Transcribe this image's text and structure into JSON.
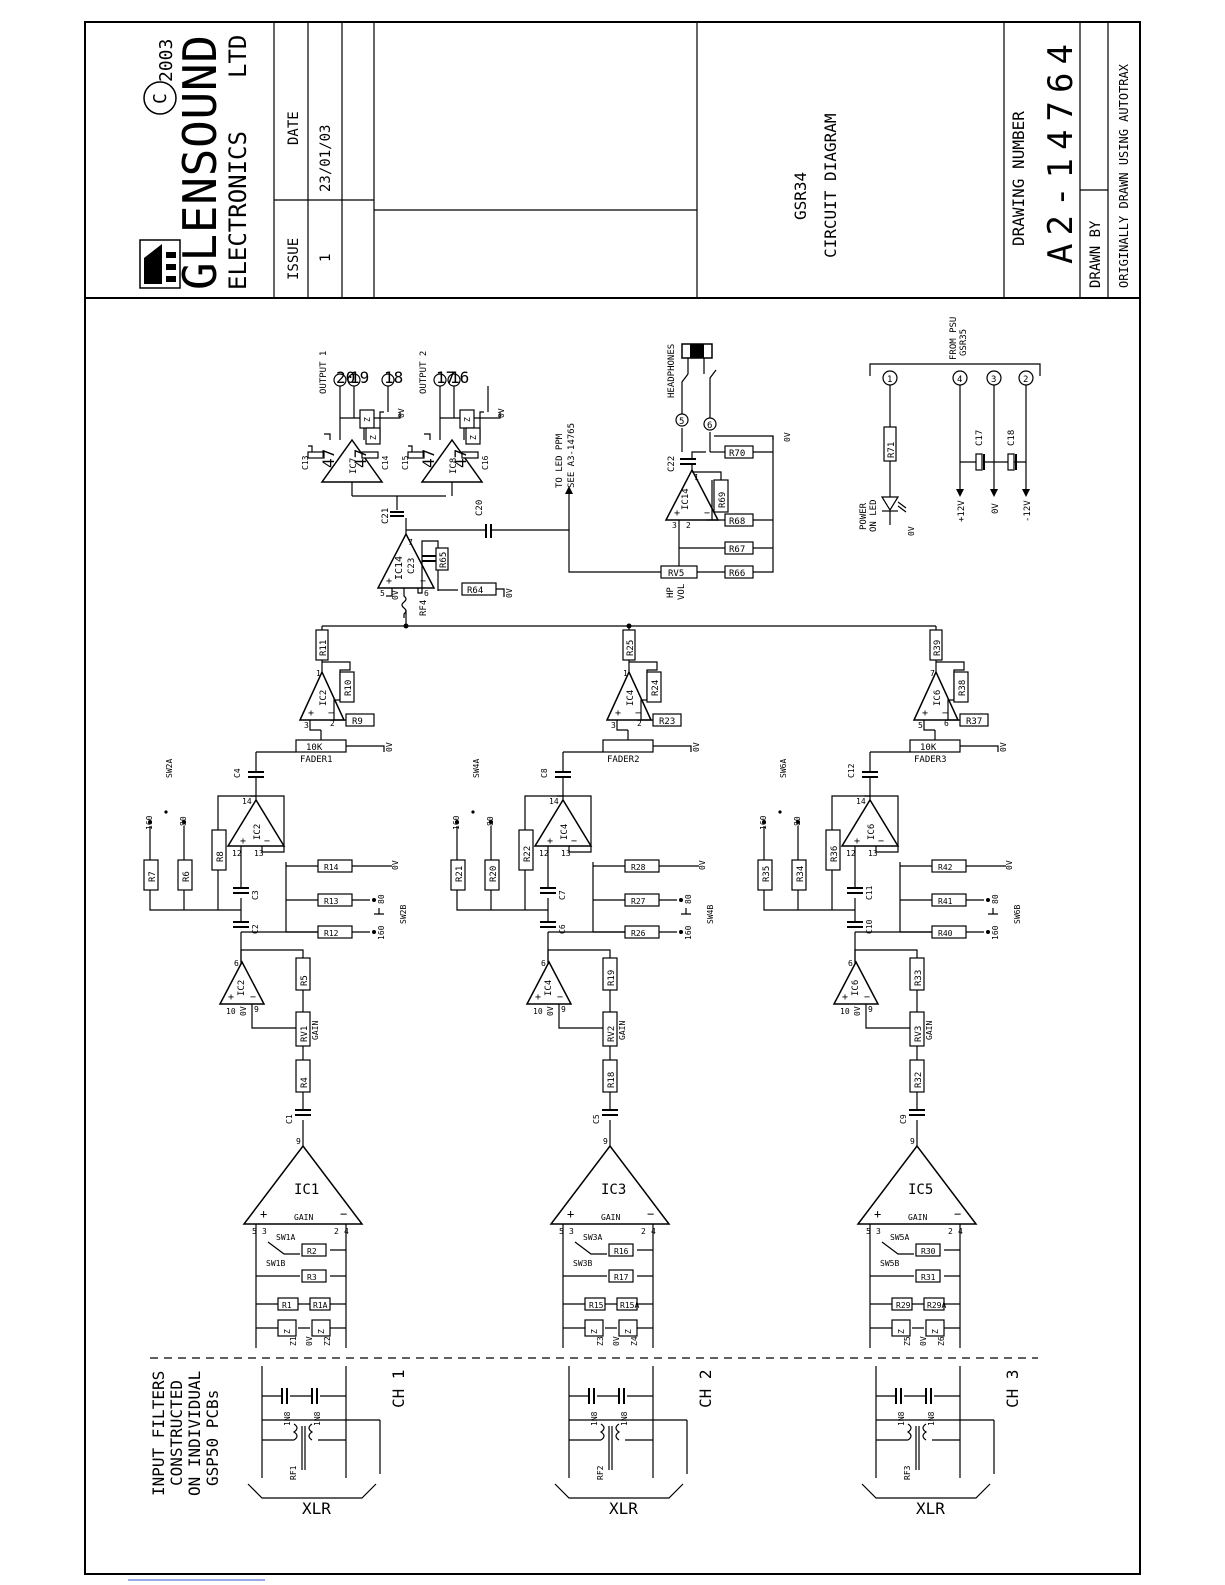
{
  "title_block": {
    "company_line1": "GLENSOUND",
    "company_line2": "ELECTRONICS",
    "company_line3": "LTD",
    "copyright_symbol": "C",
    "copyright_year": "2003",
    "issue_label": "ISSUE",
    "issue_value": "1",
    "date_label": "DATE",
    "date_value": "23/01/03",
    "title_line1": "GSR34",
    "title_line2": "CIRCUIT DIAGRAM",
    "drawing_number_label": "DRAWING NUMBER",
    "drawing_number": "A2-14764",
    "drawn_by_label": "DRAWN BY",
    "drawn_note": "ORIGINALLY DRAWN USING AUTOTRAX"
  },
  "input_note": [
    "INPUT FILTERS",
    "CONSTRUCTED",
    "ON INDIVIDUAL",
    "GSP50 PCBs"
  ],
  "channels": [
    {
      "ch_label": "CH 1",
      "xlr": "XLR",
      "rf": "RF1",
      "cap_a": "1N8",
      "cap_b": "1N8",
      "z_a": "Z",
      "z_b": "Z",
      "zener_a": "Z1",
      "zener_b": "Z2",
      "r_a": "R1",
      "r_b": "R1A",
      "r_sw_b": "R3",
      "r_sw_a": "R2",
      "sw_a": "SW1A",
      "sw_b": "SW1B",
      "preamp": "IC1",
      "gain_word": "GAIN",
      "plus": "+",
      "minus": "−",
      "pin5": "5",
      "pin3": "3",
      "pin2": "2",
      "pin4": "4",
      "pin6": "6",
      "pin9": "9",
      "pin10": "10",
      "zv": "0V",
      "cin": "C1",
      "r_in": "R4",
      "rv": "RV1",
      "rv_label": "GAIN",
      "r_fb": "R5",
      "amp1": "IC2",
      "c_a": "C2",
      "c_b": "C3",
      "r_eq1": "R12",
      "r_eq2": "R13",
      "r_eq3": "R14",
      "eq1_val": "160",
      "eq2_val": "80",
      "eq3_val": "0V",
      "sw_eq": "SW2B",
      "amp2": "IC2",
      "p12": "12",
      "p13": "13",
      "p14": "14",
      "r_left1": "R7",
      "r_left2": "R6",
      "r_left3": "R8",
      "left_160": "160",
      "left_80": "80",
      "sw_left": "SW2A",
      "c_out": "C4",
      "fader_val": "10K",
      "fader": "FADER1",
      "fader_0v": "0V",
      "amp3": "IC2",
      "r_fb3": "R10",
      "r_in3": "R9",
      "r_sum": "R11",
      "p3": "3",
      "p1": "1",
      "p2": "2"
    },
    {
      "ch_label": "CH 2",
      "xlr": "XLR",
      "rf": "RF2",
      "cap_a": "1N8",
      "cap_b": "1N8",
      "z_a": "Z",
      "z_b": "Z",
      "zener_a": "Z3",
      "zener_b": "Z4",
      "r_a": "R15",
      "r_b": "R15A",
      "r_sw_b": "R17",
      "r_sw_a": "R16",
      "sw_a": "SW3A",
      "sw_b": "SW3B",
      "preamp": "IC3",
      "gain_word": "GAIN",
      "plus": "+",
      "minus": "−",
      "pin5": "5",
      "pin3": "3",
      "pin2": "2",
      "pin4": "4",
      "pin6": "6",
      "pin9": "9",
      "pin10": "10",
      "zv": "0V",
      "cin": "C5",
      "r_in": "R18",
      "rv": "RV2",
      "rv_label": "GAIN",
      "r_fb": "R19",
      "amp1": "IC4",
      "c_a": "C6",
      "c_b": "C7",
      "r_eq1": "R26",
      "r_eq2": "R27",
      "r_eq3": "R28",
      "eq1_val": "160",
      "eq2_val": "80",
      "eq3_val": "0V",
      "sw_eq": "SW4B",
      "amp2": "IC4",
      "p12": "12",
      "p13": "13",
      "p14": "14",
      "r_left1": "R21",
      "r_left2": "R20",
      "r_left3": "R22",
      "left_160": "160",
      "left_80": "80",
      "sw_left": "SW4A",
      "c_out": "C8",
      "fader_val": "",
      "fader": "FADER2",
      "fader_0v": "0V",
      "amp3": "IC4",
      "r_fb3": "R24",
      "r_in3": "R23",
      "r_sum": "R25",
      "p3": "3",
      "p1": "1",
      "p2": "2"
    },
    {
      "ch_label": "CH 3",
      "xlr": "XLR",
      "rf": "RF3",
      "cap_a": "1N8",
      "cap_b": "1N8",
      "z_a": "Z",
      "z_b": "Z",
      "zener_a": "Z5",
      "zener_b": "Z6",
      "r_a": "R29",
      "r_b": "R29A",
      "r_sw_b": "R31",
      "r_sw_a": "R30",
      "sw_a": "SW5A",
      "sw_b": "SW5B",
      "preamp": "IC5",
      "gain_word": "GAIN",
      "plus": "+",
      "minus": "−",
      "pin5": "5",
      "pin3": "3",
      "pin2": "2",
      "pin4": "4",
      "pin6": "6",
      "pin9": "9",
      "pin10": "10",
      "zv": "0V",
      "cin": "C9",
      "r_in": "R32",
      "rv": "RV3",
      "rv_label": "GAIN",
      "r_fb": "R33",
      "amp1": "IC6",
      "c_a": "C10",
      "c_b": "C11",
      "r_eq1": "R40",
      "r_eq2": "R41",
      "r_eq3": "R42",
      "eq1_val": "160",
      "eq2_val": "80",
      "eq3_val": "0V",
      "sw_eq": "SW6B",
      "amp2": "IC6",
      "p12": "12",
      "p13": "13",
      "p14": "14",
      "r_left1": "R35",
      "r_left2": "R34",
      "r_left3": "R36",
      "left_160": "160",
      "left_80": "80",
      "sw_left": "SW6A",
      "c_out": "C12",
      "fader_val": "10K",
      "fader": "FADER3",
      "fader_0v": "0V",
      "amp3": "IC6",
      "r_fb3": "R38",
      "r_in3": "R37",
      "r_sum": "R39",
      "p3": "5",
      "p1": "7",
      "p2": "6"
    }
  ],
  "mix": {
    "amp": "IC14",
    "rf": "RF4",
    "r_fb": "R65",
    "c_fb": "C23",
    "r_bias": "R64",
    "bias_0v": "0V",
    "p5": "5",
    "p6": "6",
    "p7": "7",
    "c_out": "C21",
    "c_ppm": "C20",
    "ppm_note1": "TO LED PPM",
    "ppm_note2": "SEE A3-14765"
  },
  "outputs": [
    {
      "label": "OUTPUT 1",
      "ic": "IC7",
      "ca": "C13",
      "cb": "C14",
      "cv": "47",
      "pa": "20",
      "pb": "19",
      "pc": "18",
      "zero": "0V",
      "z": "Z"
    },
    {
      "label": "OUTPUT 2",
      "ic": "IC8",
      "ca": "C15",
      "cb": "C16",
      "cv": "47",
      "pa": "17",
      "pb": "16",
      "pc": "",
      "zero": "0V",
      "z": "Z"
    }
  ],
  "headphones": {
    "label": "HEADPHONES",
    "pin5": "5",
    "pin6": "6",
    "c": "C22",
    "ic": "IC14",
    "r69": "R69",
    "r68": "R68",
    "r67": "R67",
    "r66": "R66",
    "r70": "R70",
    "rv": "RV5",
    "hp": "HP",
    "vol": "VOL",
    "zero": "0V",
    "p1": "1",
    "p2": "2",
    "p3": "3"
  },
  "psu": {
    "from1": "FROM PSU",
    "from2": "GSR35",
    "pins": [
      "1",
      "4",
      "3",
      "2"
    ],
    "r71": "R71",
    "led1": "POWER",
    "led2": "ON LED",
    "led_0v": "0V",
    "c17": "C17",
    "c18": "C18",
    "rail_p12": "+12V",
    "rail_0v": "0V",
    "rail_m12": "-12V"
  }
}
